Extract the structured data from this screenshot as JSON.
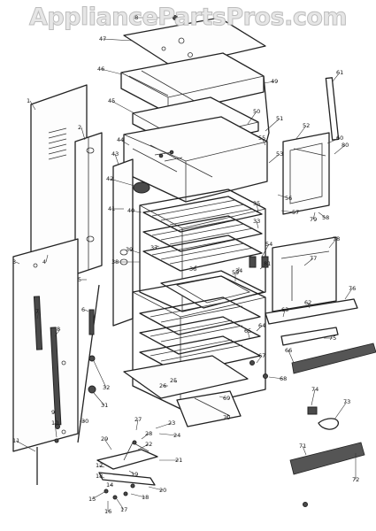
{
  "watermark": "AppliancePartsPros.com",
  "diagram": {
    "callouts": [
      "48",
      "47",
      "46",
      "49",
      "61",
      "1",
      "45",
      "50",
      "51",
      "52",
      "60",
      "2",
      "44",
      "55",
      "53",
      "56",
      "57",
      "58",
      "43",
      "42",
      "41",
      "40",
      "35",
      "33",
      "37",
      "38",
      "39",
      "36",
      "34",
      "78",
      "77",
      "76",
      "63",
      "62",
      "75",
      "3",
      "4",
      "5",
      "6",
      "7",
      "8",
      "9",
      "10",
      "11",
      "12",
      "13",
      "14",
      "15",
      "16",
      "17",
      "18",
      "19",
      "20",
      "21",
      "22",
      "23",
      "24",
      "25",
      "26",
      "27",
      "28",
      "29",
      "30",
      "31",
      "32",
      "54",
      "59",
      "64",
      "65",
      "66",
      "67",
      "68",
      "69",
      "70",
      "71",
      "72",
      "73",
      "74",
      "79",
      "80",
      "81"
    ]
  }
}
